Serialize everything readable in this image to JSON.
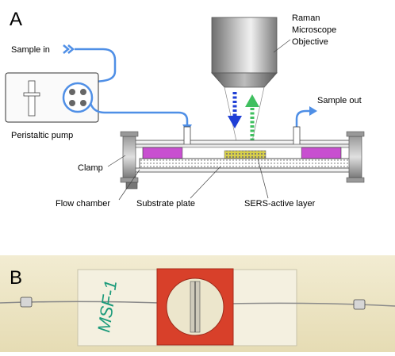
{
  "panel_a": {
    "letter": "A",
    "labels": {
      "sample_in": "Sample in",
      "objective_line1": "Raman",
      "objective_line2": "Microscope",
      "objective_line3": "Objective",
      "sample_out": "Sample out",
      "pump": "Peristaltic pump",
      "clamp": "Clamp",
      "flow_chamber": "Flow chamber",
      "substrate_plate": "Substrate plate",
      "sers_layer": "SERS-active layer"
    }
  },
  "panel_b": {
    "letter": "B",
    "handwriting": "MSF-1"
  },
  "colors": {
    "tubing": "#4f8fe6",
    "excitation_arrow": "#1f3fd6",
    "scattered_arrow": "#3fbf5f",
    "gasket": "#c84fd0",
    "sers": "#c8c03a",
    "frame_red": "#d8402a",
    "photo_bg": "#efe7c6",
    "marker_ink": "#1a9a7a"
  }
}
